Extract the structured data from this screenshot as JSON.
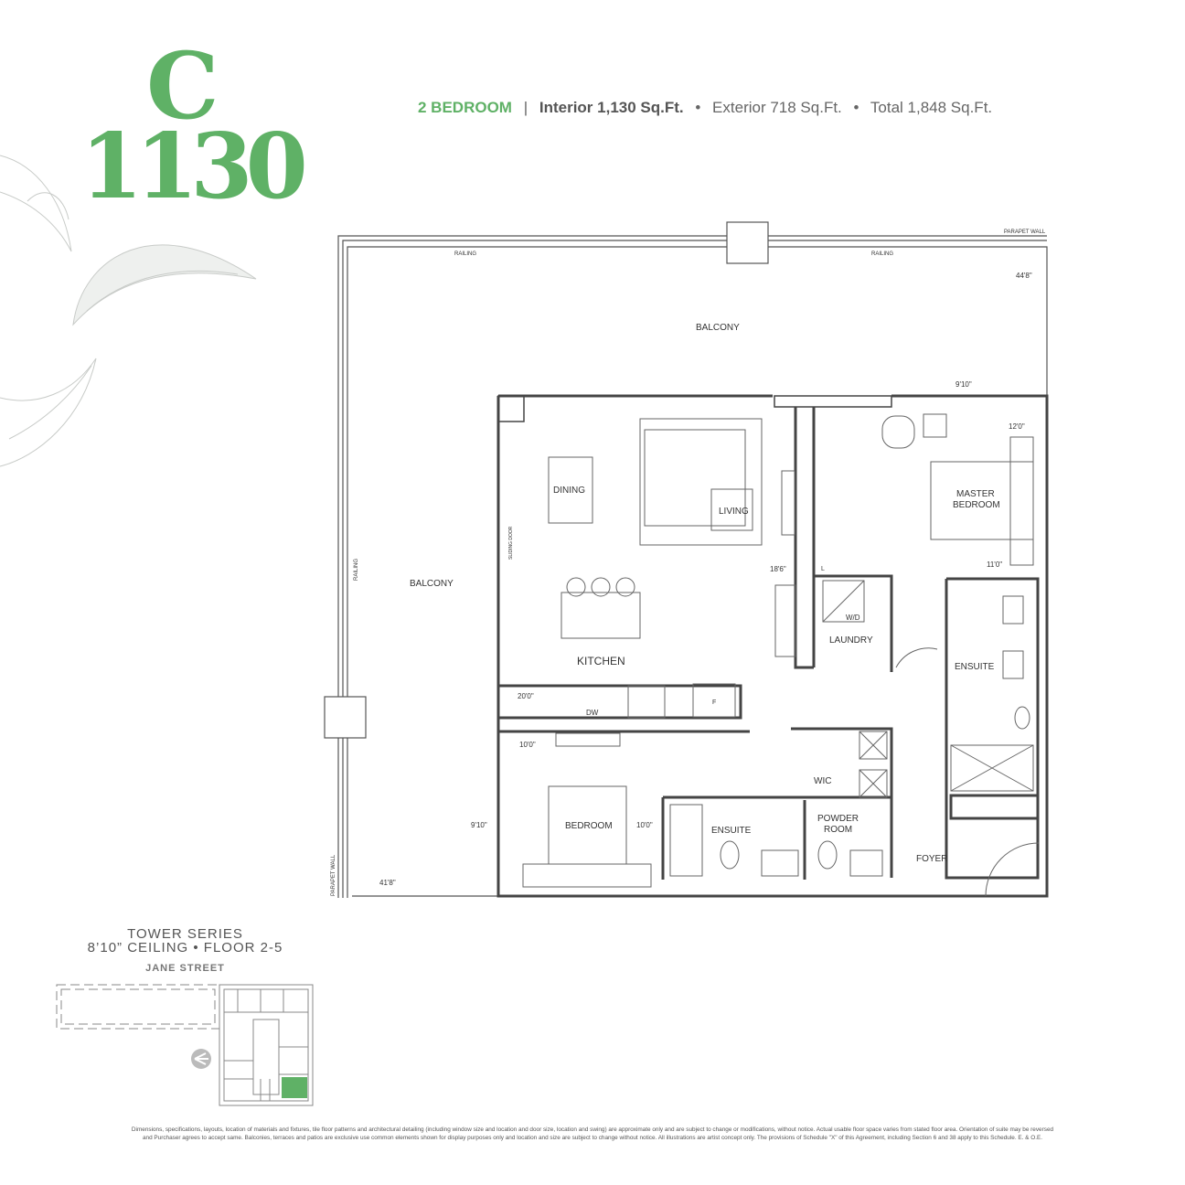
{
  "header": {
    "suite_letter": "C",
    "suite_number": "1130",
    "bedrooms": "2 BEDROOM",
    "divider": "|",
    "interior": "Interior 1,130 Sq.Ft.",
    "bullet": "•",
    "exterior": "Exterior 718 Sq.Ft.",
    "total": "Total 1,848 Sq.Ft."
  },
  "colors": {
    "brand_green": "#5fb166",
    "wall": "#555555"
  },
  "plan": {
    "labels": {
      "parapet_wall_top": "PARAPET WALL",
      "parapet_wall_left": "PARAPET WALL",
      "railing_left_top": "RAILING",
      "railing_right_top": "RAILING",
      "railing_side": "RAILING",
      "balcony_top": "BALCONY",
      "balcony_left": "BALCONY",
      "sliding_door": "SLIDING DOOR",
      "dining": "DINING",
      "living": "LIVING",
      "kitchen": "KITCHEN",
      "dw": "DW",
      "fridge": "F",
      "master_bedroom_1": "MASTER",
      "master_bedroom_2": "BEDROOM",
      "laundry": "LAUNDRY",
      "wd": "W/D",
      "linen": "L",
      "ensuite_master": "ENSUITE",
      "wic": "WIC",
      "bedroom": "BEDROOM",
      "ensuite_bed": "ENSUITE",
      "powder_1": "POWDER",
      "powder_2": "ROOM",
      "foyer": "FOYER"
    },
    "dimensions": {
      "d_44_8": "44'8\"",
      "d_9_10_top": "9'10\"",
      "d_12_0": "12'0\"",
      "d_11_0": "11'0\"",
      "d_18_6": "18'6\"",
      "d_20_0": "20'0\"",
      "d_10_0_a": "10'0\"",
      "d_9_10_bed": "9'10\"",
      "d_10_0_b": "10'0\"",
      "d_41_8": "41'8\""
    }
  },
  "key_plan": {
    "series": "TOWER SERIES",
    "ceiling_floor": "8’10” CEILING • FLOOR 2-5",
    "street": "JANE STREET"
  },
  "disclaimer": {
    "line1": "Dimensions, specifications, layouts, location of materials and fixtures, tile floor patterns and architectural detailing (including window size and location and door size, location and swing) are approximate only and are subject to change or modifications, without notice. Actual usable floor space varies from stated floor area. Orientation of suite may be reversed",
    "line2": "and Purchaser agrees to accept same. Balconies, terraces and patios are exclusive use common elements shown for display purposes only and location and size are subject to change without notice. All illustrations are artist concept only. The provisions of Schedule \"X\" of this Agreement, including Section 6 and 38 apply to this Schedule. E. & O.E."
  }
}
